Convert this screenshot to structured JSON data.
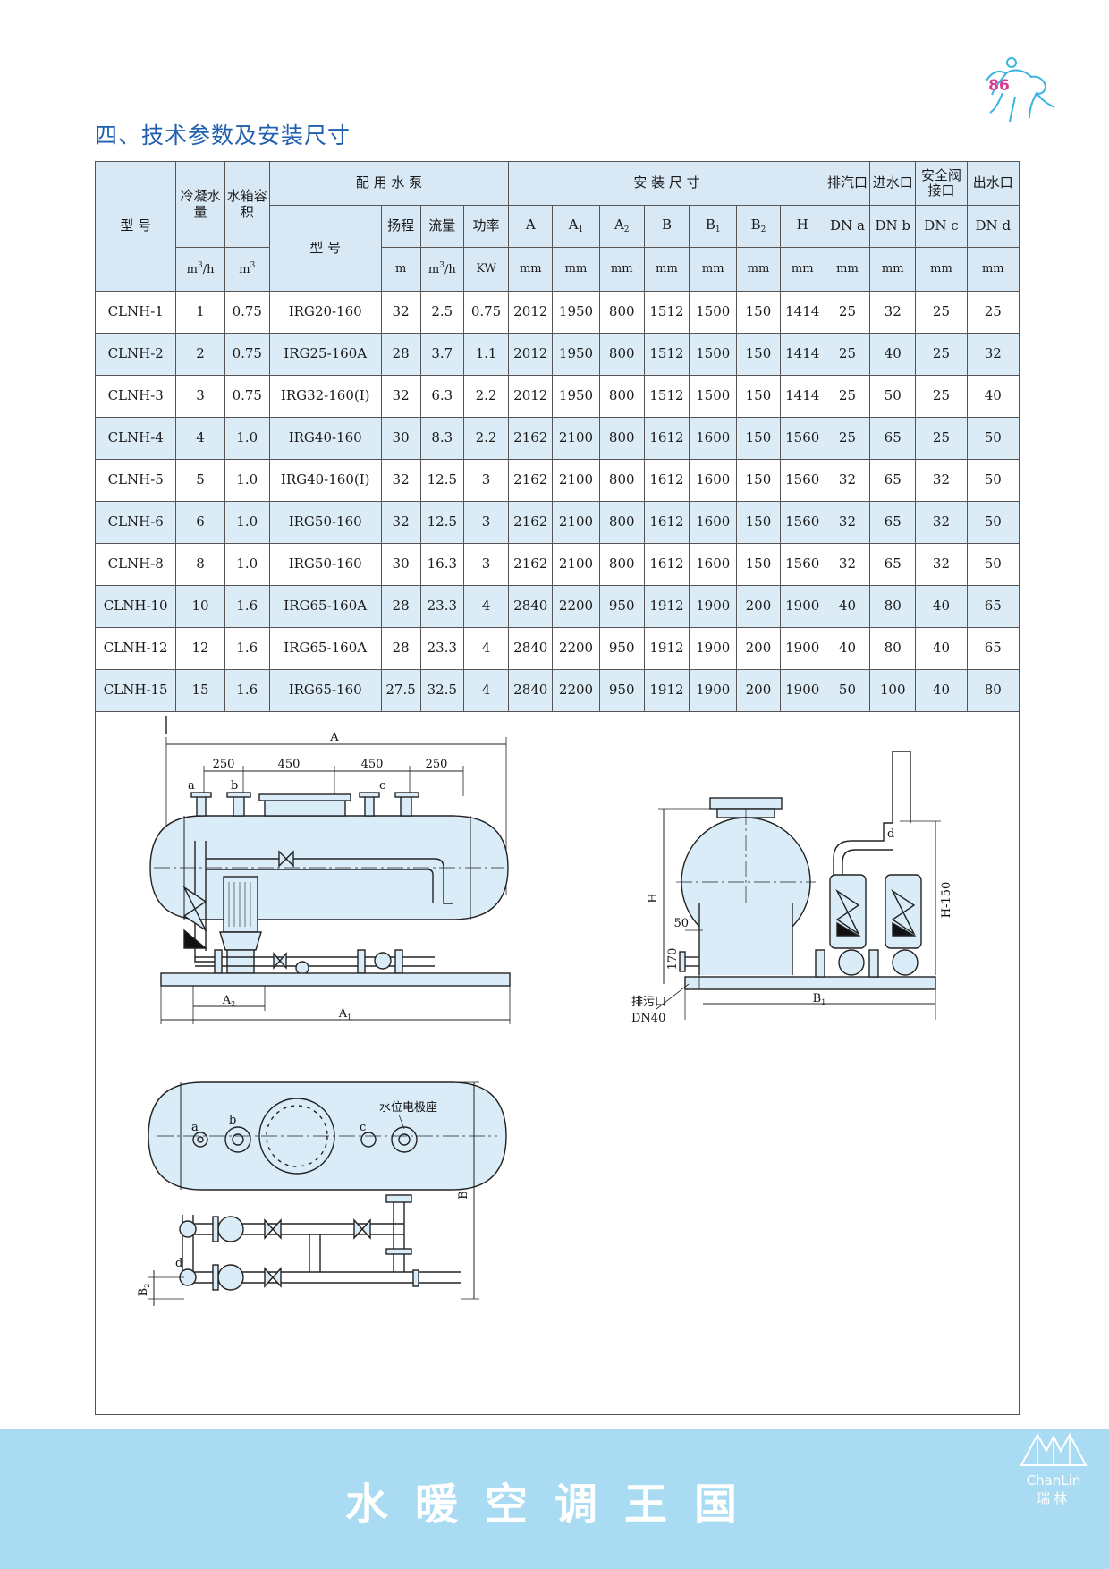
{
  "page_number": "86",
  "section_title": "四、技术参数及安装尺寸",
  "table": {
    "h_model": "型 号",
    "h_condense": "冷凝水量",
    "h_tank": "水箱容积",
    "h_pump": "配 用 水 泵",
    "h_install": "安 装 尺 寸",
    "h_vent": "排汽口",
    "h_inlet": "进水口",
    "h_safety": "安全阀接口",
    "h_outlet": "出水口",
    "h_pump_model": "型 号",
    "h_head": "扬程",
    "h_flow": "流量",
    "h_power": "功率",
    "dim_cols": [
      {
        "main": "A",
        "sub": ""
      },
      {
        "main": "A",
        "sub": "1"
      },
      {
        "main": "A",
        "sub": "2"
      },
      {
        "main": "B",
        "sub": ""
      },
      {
        "main": "B",
        "sub": "1"
      },
      {
        "main": "B",
        "sub": "2"
      },
      {
        "main": "H",
        "sub": ""
      }
    ],
    "h_dn_a": "DN a",
    "h_dn_b": "DN b",
    "h_dn_c": "DN c",
    "h_dn_d": "DN d",
    "units": {
      "condense_base": "m",
      "condense_sup": "3",
      "condense_rest": "/h",
      "tank_base": "m",
      "tank_sup": "3",
      "head": "m",
      "flow_base": "m",
      "flow_sup": "3",
      "flow_rest": "/h",
      "power": "KW",
      "mm": "mm"
    },
    "rows": [
      [
        "CLNH-1",
        "1",
        "0.75",
        "IRG20-160",
        "32",
        "2.5",
        "0.75",
        "2012",
        "1950",
        "800",
        "1512",
        "1500",
        "150",
        "1414",
        "25",
        "32",
        "25",
        "25"
      ],
      [
        "CLNH-2",
        "2",
        "0.75",
        "IRG25-160A",
        "28",
        "3.7",
        "1.1",
        "2012",
        "1950",
        "800",
        "1512",
        "1500",
        "150",
        "1414",
        "25",
        "40",
        "25",
        "32"
      ],
      [
        "CLNH-3",
        "3",
        "0.75",
        "IRG32-160(I)",
        "32",
        "6.3",
        "2.2",
        "2012",
        "1950",
        "800",
        "1512",
        "1500",
        "150",
        "1414",
        "25",
        "50",
        "25",
        "40"
      ],
      [
        "CLNH-4",
        "4",
        "1.0",
        "IRG40-160",
        "30",
        "8.3",
        "2.2",
        "2162",
        "2100",
        "800",
        "1612",
        "1600",
        "150",
        "1560",
        "25",
        "65",
        "25",
        "50"
      ],
      [
        "CLNH-5",
        "5",
        "1.0",
        "IRG40-160(I)",
        "32",
        "12.5",
        "3",
        "2162",
        "2100",
        "800",
        "1612",
        "1600",
        "150",
        "1560",
        "32",
        "65",
        "32",
        "50"
      ],
      [
        "CLNH-6",
        "6",
        "1.0",
        "IRG50-160",
        "32",
        "12.5",
        "3",
        "2162",
        "2100",
        "800",
        "1612",
        "1600",
        "150",
        "1560",
        "32",
        "65",
        "32",
        "50"
      ],
      [
        "CLNH-8",
        "8",
        "1.0",
        "IRG50-160",
        "30",
        "16.3",
        "3",
        "2162",
        "2100",
        "800",
        "1612",
        "1600",
        "150",
        "1560",
        "32",
        "65",
        "32",
        "50"
      ],
      [
        "CLNH-10",
        "10",
        "1.6",
        "IRG65-160A",
        "28",
        "23.3",
        "4",
        "2840",
        "2200",
        "950",
        "1912",
        "1900",
        "200",
        "1900",
        "40",
        "80",
        "40",
        "65"
      ],
      [
        "CLNH-12",
        "12",
        "1.6",
        "IRG65-160A",
        "28",
        "23.3",
        "4",
        "2840",
        "2200",
        "950",
        "1912",
        "1900",
        "200",
        "1900",
        "40",
        "80",
        "40",
        "65"
      ],
      [
        "CLNH-15",
        "15",
        "1.6",
        "IRG65-160",
        "27.5",
        "32.5",
        "4",
        "2840",
        "2200",
        "950",
        "1912",
        "1900",
        "200",
        "1900",
        "50",
        "100",
        "40",
        "80"
      ]
    ]
  },
  "drawing": {
    "front": {
      "dim_a": "A",
      "dim_250_left": "250",
      "dim_450_left": "450",
      "dim_450_right": "450",
      "dim_250_right": "250",
      "port_a": "a",
      "port_b": "b",
      "port_c": "c",
      "dim_a2_main": "A",
      "dim_a2_sub": "2",
      "dim_a1_main": "A",
      "dim_a1_sub": "1"
    },
    "side": {
      "port_d": "d",
      "dim_h": "H",
      "dim_h150": "H-150",
      "dim_50": "50",
      "dim_170": "170",
      "drain_label": "排污口",
      "drain_size": "DN40",
      "dim_b1_main": "B",
      "dim_b1_sub": "1"
    },
    "top": {
      "electrode_label": "水位电极座",
      "port_a": "a",
      "port_b": "b",
      "port_c": "c",
      "port_d": "d",
      "dim_b": "B",
      "dim_b2_main": "B",
      "dim_b2_sub": "2"
    }
  },
  "footer": {
    "title": "水暖空调王国",
    "brand_en": "ChanLin",
    "brand_cn": "瑞林"
  },
  "colors": {
    "section_title": "#1f5fae",
    "table_header_fill": "#d8e8f5",
    "row_shade": "#dcecf7",
    "equipment_fill": "#d9ecf8",
    "footer_band": "#a9dcf2",
    "page_number": "#d63c8f",
    "horse_logo": "#3bb3e0"
  }
}
